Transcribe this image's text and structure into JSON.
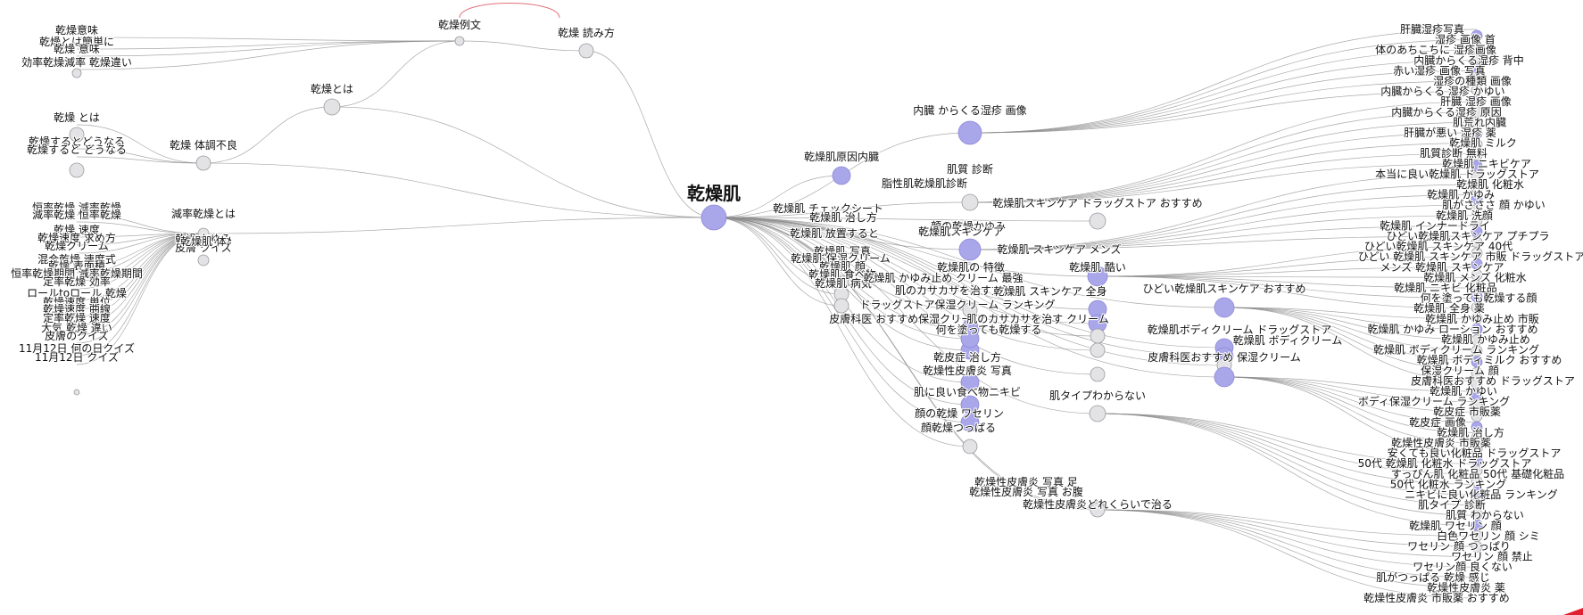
{
  "center": {
    "id": "c",
    "label": "乾燥肌",
    "color": "purple",
    "size": "large"
  },
  "hubs": [
    {
      "id": "h_reibun",
      "label": "乾燥例文",
      "color": "grey"
    },
    {
      "id": "h_yomi",
      "label": "乾燥 読み方",
      "color": "grey"
    },
    {
      "id": "h_towa",
      "label": "乾燥とは",
      "color": "grey"
    },
    {
      "id": "h_taicho",
      "label": "乾燥 体調不良",
      "color": "grey"
    },
    {
      "id": "h_genritsu",
      "label": "減率乾燥とは",
      "color": "grey"
    },
    {
      "id": "h_naizo",
      "label": "内臓 からくる湿疹 画像",
      "color": "purple"
    },
    {
      "id": "h_genin",
      "label": "乾燥肌原因内臓",
      "color": "purple"
    },
    {
      "id": "h_shindan",
      "label": "肌質 診断",
      "color": "grey"
    },
    {
      "id": "h_sukincare_drug",
      "label": "乾燥肌スキンケア ドラッグストア おすすめ",
      "color": "grey"
    },
    {
      "id": "h_mens",
      "label": "乾燥肌 スキンケア メンズ",
      "color": "purple"
    },
    {
      "id": "h_hidoi",
      "label": "乾燥肌 酷い",
      "color": "purple"
    },
    {
      "id": "h_hidoi_osusume",
      "label": "ひどい乾燥肌スキンケア おすすめ",
      "color": "purple"
    },
    {
      "id": "h_hifuka",
      "label": "皮膚科医おすすめ 保湿クリーム",
      "color": "purple"
    },
    {
      "id": "h_hadatype",
      "label": "肌タイプわからない",
      "color": "grey"
    },
    {
      "id": "h_kansei",
      "label": "乾燥性皮膚炎どれくらいで治る",
      "color": "grey"
    }
  ],
  "labels_left": [
    "乾燥意味",
    "乾燥とは簡単に",
    "乾燥 意味",
    "効率乾燥減率 乾燥違い",
    "乾燥 とは",
    "乾燥するとどうなる",
    "乾燥すると どうなる",
    "恒率乾燥 減率乾燥",
    "減率乾燥 恒率乾燥",
    "乾燥 速度",
    "乾燥速度 求め方",
    "乾燥クリーム",
    "混合乾燥 速度式",
    "乾燥 表面積",
    "恒率乾燥期間 減率乾燥期間",
    "定率乾燥 効率",
    "ロールtoロール 乾燥",
    "乾燥速度 単位",
    "乾燥速度 曲線",
    "定率乾燥 速度",
    "大気 乾燥 違い",
    "皮膚のクイズ",
    "11月12日 何の日クイズ",
    "11月12日 クイズ",
    "乾燥 かゆみ",
    "皮膚 クイズ",
    "乾燥肌 体"
  ],
  "labels_mid": [
    "乾燥肌 チェックシート",
    "乾燥肌 治し方",
    "乾燥肌 放置すると",
    "乾燥肌 写真",
    "乾燥肌 保湿クリーム",
    "乾燥肌 顔",
    "乾燥肌 食べ物",
    "乾燥肌 病気",
    "脂性肌乾燥肌診断",
    "顔の乾燥かゆみ",
    "乾燥肌スキンケア",
    "乾燥肌の 特徴",
    "乾燥肌 かゆみ止め クリーム 最強",
    "肌のカサカサを治す方法",
    "乾燥肌 スキンケア 全身",
    "ドラッグストア保湿クリーム ランキング",
    "皮膚科医 おすすめ保湿クリーム",
    "肌のカサカサを治す クリーム",
    "何を塗っても乾燥する",
    "乾燥肌ボディクリーム ドラッグストア",
    "乾燥肌 ボディクリーム",
    "乾皮症 治し方",
    "乾燥性皮膚炎 写真",
    "肌に良い食べ物ニキビ",
    "顔の乾燥 ワセリン",
    "顔乾燥つっぱる",
    "乾燥性皮膚炎 写真 足",
    "乾燥性皮膚炎 写真 お腹"
  ],
  "labels_right": [
    "肝臓湿疹写真",
    "湿疹 画像 首",
    "体のあちこちに 湿疹画像",
    "内臓からくる湿疹 背中",
    "赤い湿疹 画像 写真",
    "湿疹の種類 画像",
    "内臓からくる 湿疹 かゆい",
    "肝臓 湿疹 画像",
    "内臓からくる湿疹 原因",
    "肌荒れ内臓",
    "肝臓が悪い 湿疹 薬",
    "乾燥肌 ミルク",
    "肌質診断 無料",
    "乾燥肌 ニキビケア",
    "本当に良い乾燥肌 ドラッグストア",
    "乾燥肌 化粧水",
    "乾燥肌 かゆみ",
    "肌がさささ 顔 かゆい",
    "乾燥肌 洗顔",
    "乾燥肌 インナードライ",
    "ひどい乾燥肌スキンケア プチプラ",
    "ひどい乾燥肌 スキンケア 40代",
    "ひどい 乾燥肌 スキンケア 市販 ドラッグストア",
    "メンズ 乾燥肌 スキンケア",
    "乾燥肌 メンズ 化粧水",
    "乾燥肌 ニキビ 化粧品",
    "何を塗っても乾燥する顔",
    "乾燥肌 全身 薬",
    "乾燥肌 かゆみ止め 市販",
    "乾燥肌 かゆみ ローション おすすめ",
    "乾燥肌 かゆみ止め",
    "乾燥肌 ボディクリーム ランキング",
    "乾燥肌 ボディミルク おすすめ",
    "保湿クリーム 顔",
    "皮膚科医おすすめ ドラッグストア",
    "乾燥肌 かゆい",
    "ボディ保湿クリーム ランキング",
    "乾皮症 市販薬",
    "乾皮症 画像",
    "乾燥肌 治し方",
    "乾燥性皮膚炎 市販薬",
    "安くても良い化粧品 ドラッグストア",
    "50代 乾燥肌 化粧水 ドラッグストア",
    "すっぴん肌 化粧品 50代 基礎化粧品",
    "50代 化粧水 ランキング",
    "ニキビに良い化粧品 ランキング",
    "肌タイプ 診断",
    "肌質 わからない",
    "乾燥肌 ワセリン 顔",
    "白色ワセリン 顔 シミ",
    "ワセリン 顔 つっぱり",
    "ワセリン 顔 禁止",
    "ワセリン顔 良くない",
    "肌がつっぱる 乾燥 感じ",
    "乾燥性皮膚炎 薬",
    "乾燥性皮膚炎 市販薬 おすすめ"
  ]
}
